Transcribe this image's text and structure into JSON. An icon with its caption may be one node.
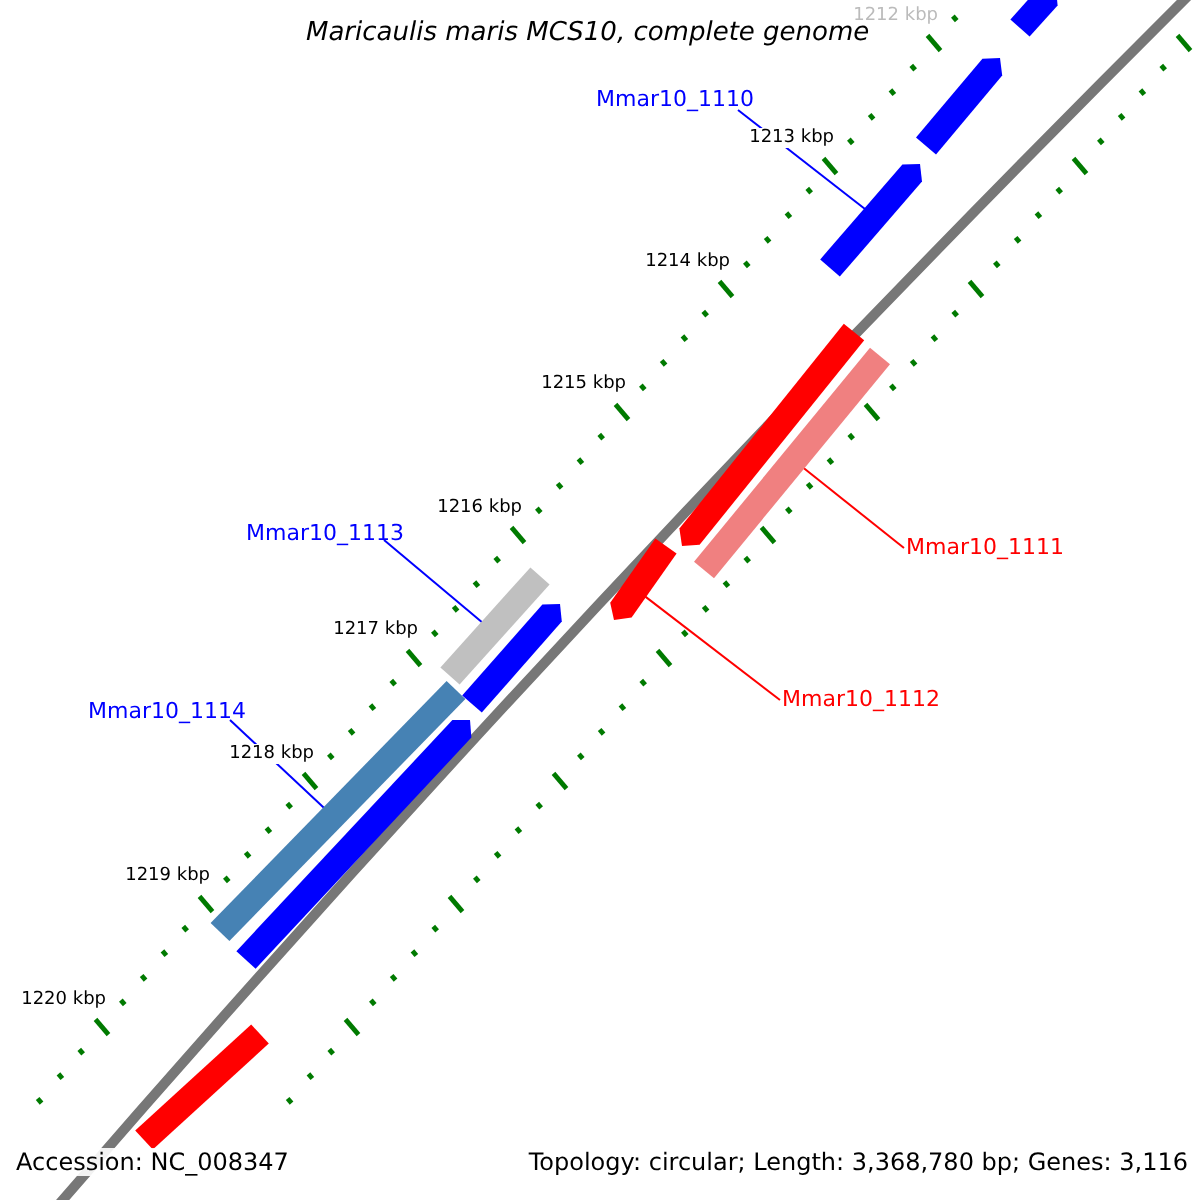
{
  "diagram": {
    "title": "Maricaulis maris MCS10, complete genome",
    "nodes": [
      {
        "text": [
          "Mmar10_1110"
        ]
      },
      {
        "text": [],
        "shape": "bar"
      },
      {
        "text": [
          "Mmar10_1111"
        ]
      },
      {
        "text": [],
        "shape": "bar"
      },
      {
        "text": [
          "Mmar10_1113"
        ]
      },
      {
        "text": [],
        "shape": "bar"
      },
      {
        "text": [
          "Mmar10_1112"
        ]
      },
      {
        "text": [],
        "shape": "bar"
      },
      {
        "text": [
          "Mmar10_1114"
        ]
      },
      {
        "text": [],
        "shape": "bar"
      },
      {
        "text": [],
        "shape": "bar"
      },
      {
        "text": [],
        "shape": "bar"
      },
      {
        "text": [],
        "shape": "bar"
      },
      {
        "text": [],
        "shape": "bar"
      },
      {
        "text": [],
        "shape": "bar"
      },
      {
        "text": [],
        "shape": "bar"
      }
    ],
    "edges": [
      {
        "from": 0,
        "to": 1,
        "arrow": "none"
      },
      {
        "from": 2,
        "to": 3,
        "arrow": "none",
        "color": "#ff0000"
      },
      {
        "from": 4,
        "to": 5,
        "arrow": "none"
      },
      {
        "from": 6,
        "to": 7,
        "arrow": "none",
        "color": "#ff0000"
      },
      {
        "from": 8,
        "to": 9,
        "arrow": "none"
      }
    ],
    "labels": [
      "1212 kbp",
      "1213 kbp",
      "1214 kbp",
      "1215 kbp",
      "1216 kbp",
      "1217 kbp",
      "1218 kbp",
      "1219 kbp",
      "1220 kbp",
      "Accession: NC_008347",
      "Topology: circular; Length: 3,368,780 bp; Genes: 3,116"
    ]
  }
}
